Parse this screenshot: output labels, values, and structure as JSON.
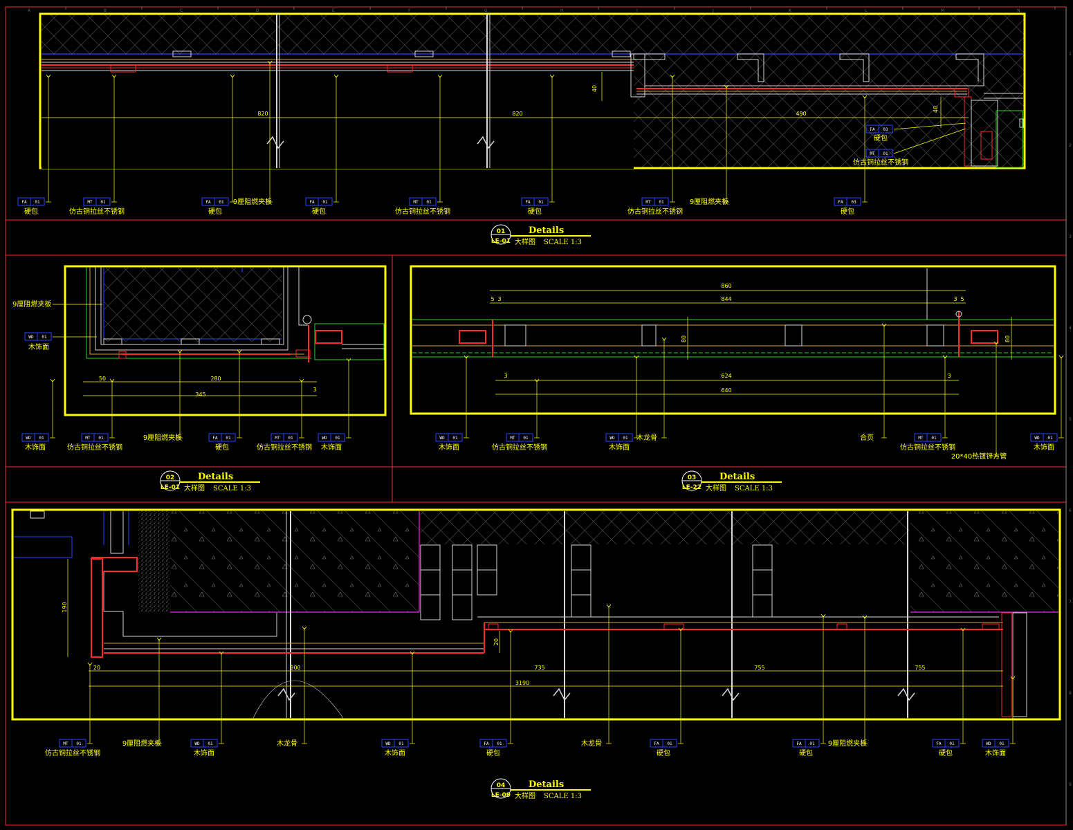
{
  "colors": {
    "frame": "#ffff00",
    "rule": "#ff2a2a",
    "finish": "#22dd22",
    "blue": "#2a44ff",
    "tag": "#2a44ff"
  },
  "panels": [
    {
      "number": "01",
      "title": "Details",
      "sheet": "LE-01",
      "name": "大样图",
      "scale": "SCALE 1:3",
      "dims": [
        "820",
        "820",
        "490",
        "40",
        "40"
      ],
      "tags": [
        {
          "code": "FA",
          "idx": "01",
          "label": "硬包"
        },
        {
          "code": "MT",
          "idx": "01",
          "label": "仿古铜拉丝不锈钢"
        },
        {
          "code": "FA",
          "idx": "01",
          "label": "硬包"
        },
        {
          "code": "",
          "idx": "",
          "label": "9厘阻燃夹板"
        },
        {
          "code": "FA",
          "idx": "01",
          "label": "硬包"
        },
        {
          "code": "MT",
          "idx": "01",
          "label": "仿古铜拉丝不锈钢"
        },
        {
          "code": "FA",
          "idx": "01",
          "label": "硬包"
        },
        {
          "code": "MT",
          "idx": "01",
          "label": "仿古铜拉丝不锈钢"
        },
        {
          "code": "",
          "idx": "",
          "label": "9厘阻燃夹板"
        },
        {
          "code": "FA",
          "idx": "03",
          "label": "硬包"
        }
      ],
      "inner_tags": [
        {
          "code": "FA",
          "idx": "03",
          "label": "硬包"
        },
        {
          "code": "MT",
          "idx": "01",
          "label": "仿古铜拉丝不锈钢"
        }
      ]
    },
    {
      "number": "02",
      "title": "Details",
      "sheet": "LE-01",
      "name": "大样图",
      "scale": "SCALE 1:3",
      "dims": [
        "50",
        "280",
        "345",
        "3"
      ],
      "side_tags": [
        {
          "code": "",
          "idx": "",
          "label": "9厘阻燃夹板"
        },
        {
          "code": "WD",
          "idx": "01",
          "label": "木饰面"
        }
      ],
      "tags": [
        {
          "code": "WD",
          "idx": "01",
          "label": "木饰面"
        },
        {
          "code": "MT",
          "idx": "01",
          "label": "仿古铜拉丝不锈钢"
        },
        {
          "code": "",
          "idx": "",
          "label": "9厘阻燃夹板"
        },
        {
          "code": "FA",
          "idx": "01",
          "label": "硬包"
        },
        {
          "code": "MT",
          "idx": "01",
          "label": "仿古铜拉丝不锈钢"
        },
        {
          "code": "WD",
          "idx": "01",
          "label": "木饰面"
        }
      ]
    },
    {
      "number": "03",
      "title": "Details",
      "sheet": "LE-22",
      "name": "大样图",
      "scale": "SCALE 1:3",
      "dims": [
        "860",
        "844",
        "5",
        "3",
        "3",
        "5",
        "80",
        "80",
        "3",
        "624",
        "3",
        "640"
      ],
      "tags": [
        {
          "code": "WD",
          "idx": "01",
          "label": "木饰面"
        },
        {
          "code": "MT",
          "idx": "01",
          "label": "仿古铜拉丝不锈钢"
        },
        {
          "code": "WD",
          "idx": "01",
          "label": "木饰面"
        },
        {
          "code": "",
          "idx": "",
          "label": "木龙骨"
        },
        {
          "code": "",
          "idx": "",
          "label": "合页"
        },
        {
          "code": "MT",
          "idx": "01",
          "label": "仿古铜拉丝不锈钢"
        },
        {
          "code": "",
          "idx": "",
          "label": "20*40热镀锌方管"
        },
        {
          "code": "WD",
          "idx": "01",
          "label": "木饰面"
        }
      ]
    },
    {
      "number": "04",
      "title": "Details",
      "sheet": "LE-09",
      "name": "大样图",
      "scale": "SCALE 1:3",
      "dims": [
        "190",
        "20",
        "20",
        "900",
        "735",
        "755",
        "755",
        "3190"
      ],
      "tags": [
        {
          "code": "MT",
          "idx": "01",
          "label": "仿古铜拉丝不锈钢"
        },
        {
          "code": "",
          "idx": "",
          "label": "9厘阻燃夹板"
        },
        {
          "code": "WD",
          "idx": "01",
          "label": "木饰面"
        },
        {
          "code": "",
          "idx": "",
          "label": "木龙骨"
        },
        {
          "code": "WD",
          "idx": "01",
          "label": "木饰面"
        },
        {
          "code": "FA",
          "idx": "01",
          "label": "硬包"
        },
        {
          "code": "",
          "idx": "",
          "label": "木龙骨"
        },
        {
          "code": "FA",
          "idx": "01",
          "label": "硬包"
        },
        {
          "code": "FA",
          "idx": "01",
          "label": "硬包"
        },
        {
          "code": "",
          "idx": "",
          "label": "9厘阻燃夹板"
        },
        {
          "code": "FA",
          "idx": "01",
          "label": "硬包"
        },
        {
          "code": "WD",
          "idx": "01",
          "label": "木饰面"
        }
      ]
    }
  ],
  "border_ref": {
    "top_letters": [
      "A",
      "B",
      "C",
      "D",
      "E",
      "F",
      "G",
      "H",
      "I",
      "J",
      "K",
      "L",
      "M",
      "N"
    ],
    "side_numbers": [
      "1",
      "2",
      "3",
      "4",
      "5",
      "6",
      "7",
      "8",
      "9"
    ]
  }
}
